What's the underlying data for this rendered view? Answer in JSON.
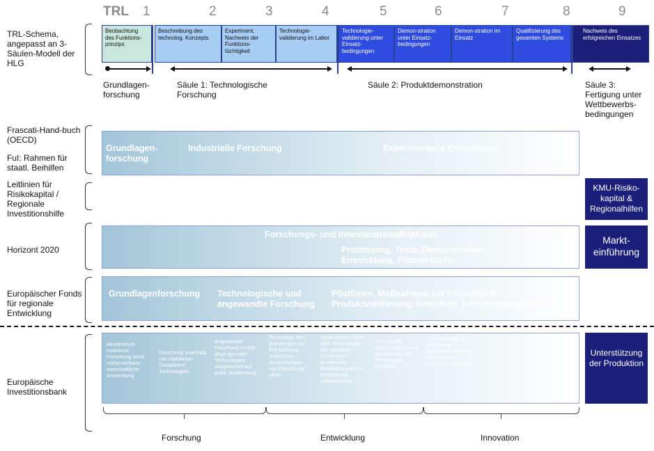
{
  "trl": {
    "title": "TRL",
    "levels": [
      {
        "num": "1",
        "text": "Beobachtung des Funktions-prinzips"
      },
      {
        "num": "2",
        "text": "Beschreibung des technolog. Konzepts"
      },
      {
        "num": "3",
        "text": "Experiment. Nachweis der Funktions-tüchtigkeit"
      },
      {
        "num": "4",
        "text": "Technologie-validierung im Labor"
      },
      {
        "num": "5",
        "text": "Technologie-validierung unter Einsatz-bedingungen"
      },
      {
        "num": "6",
        "text": "Demon-stration unter Einsatz-bedingungen"
      },
      {
        "num": "7",
        "text": "Demon-stration im Einsatz"
      },
      {
        "num": "8",
        "text": "Qualifizierung des gesamten Systems"
      },
      {
        "num": "9",
        "text": "Nachweis des erfolgreichen Einsatzes"
      }
    ]
  },
  "pillars": {
    "grundlagen": "Grundlagen-forschung",
    "pillar1": "Säule 1: Technologische Forschung",
    "pillar2": "Säule 2: Produktdemonstration",
    "pillar3": "Säule 3: Fertigung unter Wettbewerbs-bedingungen"
  },
  "rows": {
    "trl_schema": "TRL-Schema, angepasst an 3-Säulen-Modell der HLG",
    "frascati": "Frascati-Hand-buch (OECD)",
    "ful": "FuI: Rahmen für staatl. Beihilfen",
    "leitlinien": "Leitlinien für Risikokapital / Regionale Investitionshilfe",
    "horizont": "Horizont 2020",
    "efre": "Europäischer Fonds für regionale Entwicklung",
    "eib": "Europäische Investitionsbank"
  },
  "bands": {
    "frascati": {
      "grundlagen": "Grundlagen-forschung",
      "industrielle": "Industrielle Forschung",
      "experimentelle": "Experimentelle Entwicklung"
    },
    "horizont": {
      "main": "Forschungs- und Innovationsmaßnahmen",
      "sub": "Prototyping, Tests, Demonstration, Entwicklung, Pilotversuche"
    },
    "efre": {
      "grundlagen": "Grundlagenforschung",
      "tech": "Technologische und angewandte Forschung",
      "pilot": "Pilotlinien, Maßnahmen zur frühzeitigen Produktvalidierung, fortschritt. Fertigungskapazitäten"
    },
    "eib": [
      "Akademisch motivierte Forschung ohne vorhersehbare wirtschaftliche Anwendung",
      "Forschung innerhalb von etablierten Disziplinen/ Technologien",
      "Angewandte Forschung innerh. abge-grenzter Technologien, ausgerichtet auf prakt. Anwendung",
      "Technolog. Neu-gründungen zur Ent-wicklung praktischer Anwendungen von Forschung/ Ideen",
      "Neue Techno-logie oder Technologie der nächsten Generation gemeinsam, Entwicklung durch bestehende Unternehmen",
      "Tech-nische Weiter-entwicklung gemeinsam mit Technologie-Anbietern",
      "Unterstützung der Einführung innovativer Produkte und Dienst-leistungen im Markt"
    ]
  },
  "side_boxes": {
    "kmu": "KMU-Risiko-kapital & Regionalhilfen",
    "markt": "Markt-einführung",
    "produktion": "Unterstützung der Produktion"
  },
  "bottom": {
    "forschung": "Forschung",
    "entwicklung": "Entwicklung",
    "innovation": "Innovation"
  },
  "colors": {
    "navy": "#1c1f7a",
    "trl1": "#c8e6dc",
    "trl2_4": "#a8cdf5",
    "trl5_8": "#2f4ce0",
    "band_start": "#a3c5d9"
  }
}
